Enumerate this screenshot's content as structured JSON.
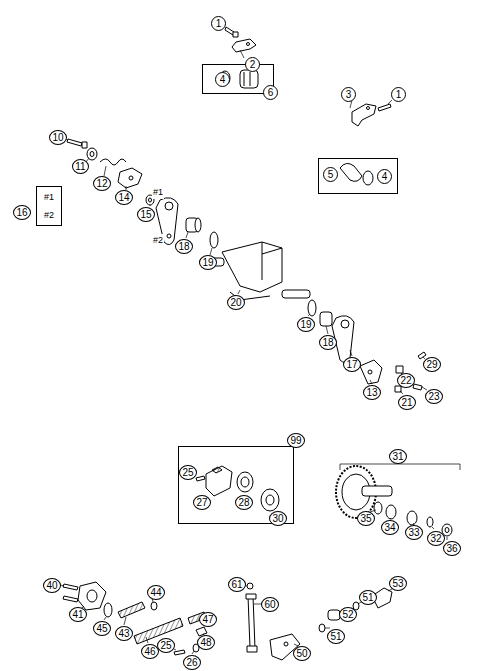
{
  "diagram": {
    "nodes": [
      {
        "text": [
          "4",
          "6"
        ]
      },
      {
        "text": [
          "5",
          "4"
        ]
      },
      {
        "text": [
          "16",
          "#1",
          "#2"
        ]
      },
      {
        "text": [
          "99",
          "25",
          "27",
          "28",
          "30"
        ]
      }
    ],
    "labels": [
      "1",
      "2",
      "3",
      "1",
      "10",
      "11",
      "12",
      "14",
      "#1",
      "15",
      "#2",
      "18",
      "19",
      "20",
      "19",
      "18",
      "17",
      "13",
      "22",
      "29",
      "21",
      "23",
      "31",
      "35",
      "34",
      "33",
      "32",
      "36",
      "40",
      "41",
      "45",
      "43",
      "44",
      "46",
      "47",
      "48",
      "61",
      "60",
      "50",
      "51",
      "52",
      "51",
      "53",
      "25",
      "26"
    ]
  }
}
